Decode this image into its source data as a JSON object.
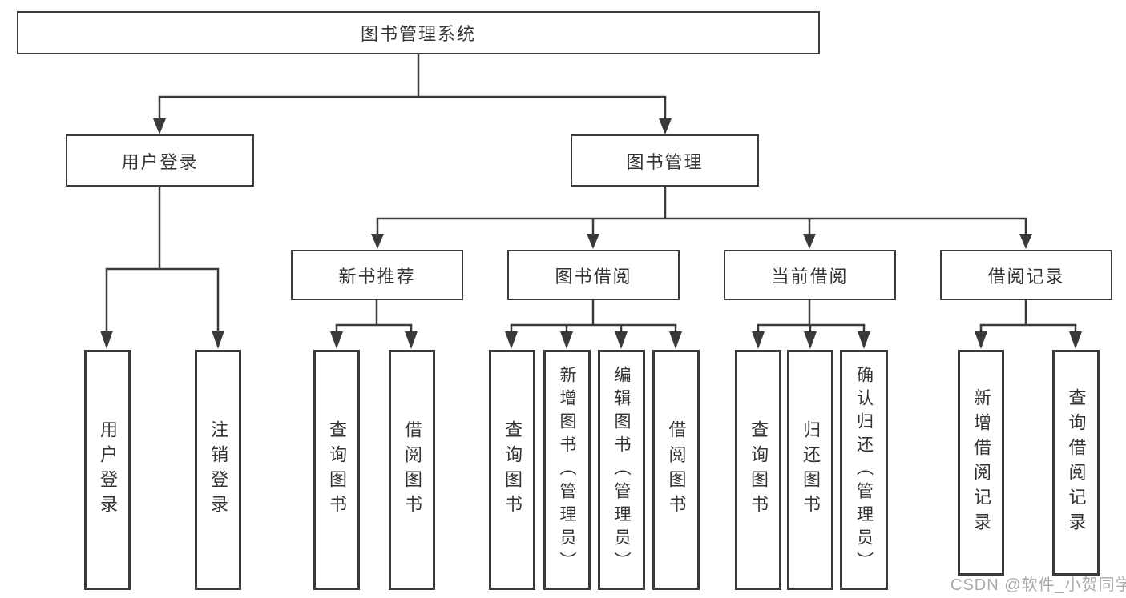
{
  "nodes": {
    "root": "图书管理系统",
    "user_login": "用户登录",
    "book_mgmt": "图书管理",
    "new_books": "新书推荐",
    "book_borrow": "图书借阅",
    "current_borrow": "当前借阅",
    "borrow_records": "借阅记录",
    "leaf_user_login": "用户登录",
    "leaf_logout": "注销登录",
    "leaf_nb_query": "查询图书",
    "leaf_nb_borrow": "借阅图书",
    "leaf_bb_query": "查询图书",
    "leaf_bb_add": "新增图书（管理员）",
    "leaf_bb_edit": "编辑图书（管理员）",
    "leaf_bb_borrow": "借阅图书",
    "leaf_cb_query": "查询图书",
    "leaf_cb_return": "归还图书",
    "leaf_cb_confirm": "确认归还（管理员）",
    "leaf_br_add": "新增借阅记录",
    "leaf_br_query": "查询借阅记录"
  },
  "hierarchy": {
    "图书管理系统": {
      "用户登录": [
        "用户登录",
        "注销登录"
      ],
      "图书管理": {
        "新书推荐": [
          "查询图书",
          "借阅图书"
        ],
        "图书借阅": [
          "查询图书",
          "新增图书（管理员）",
          "编辑图书（管理员）",
          "借阅图书"
        ],
        "当前借阅": [
          "查询图书",
          "归还图书",
          "确认归还（管理员）"
        ],
        "借阅记录": [
          "新增借阅记录",
          "查询借阅记录"
        ]
      }
    }
  },
  "watermark": "CSDN @软件_小贺同学",
  "colors": {
    "line": "#3a3a3a",
    "box_border": "#3a3a3a",
    "box_fill": "#ffffff",
    "text": "#333333",
    "watermark": "#a9a9a9",
    "background": "#ffffff"
  }
}
